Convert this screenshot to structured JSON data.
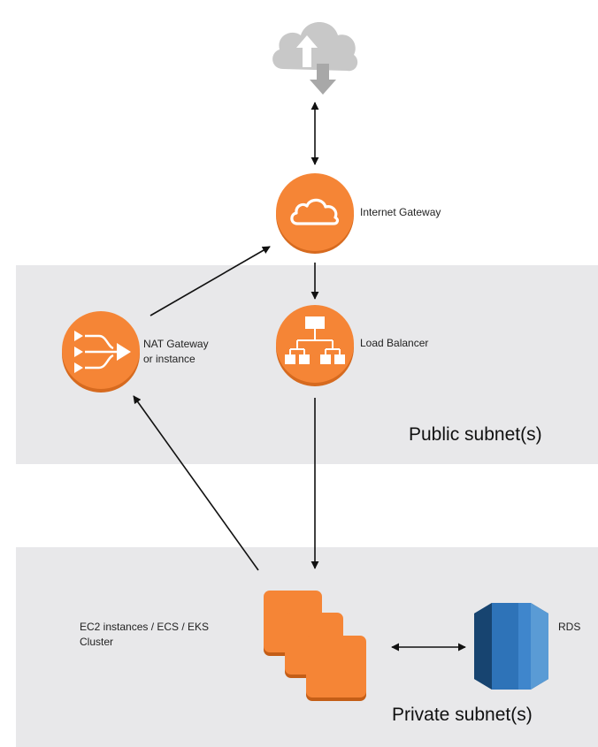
{
  "nodes": {
    "internet_gateway": {
      "label": "Internet Gateway",
      "icon": "cloud-gateway-icon"
    },
    "nat_gateway": {
      "label_line1": "NAT Gateway",
      "label_line2": "or instance",
      "icon": "nat-gateway-icon"
    },
    "load_balancer": {
      "label": "Load Balancer",
      "icon": "load-balancer-icon"
    },
    "compute": {
      "label_line1": "EC2 instances / ECS / EKS",
      "label_line2": "Cluster",
      "icon": "ec2-instances-icon"
    },
    "rds": {
      "label": "RDS",
      "icon": "database-icon"
    },
    "internet": {
      "icon": "internet-cloud-icon"
    }
  },
  "subnets": {
    "public": {
      "title": "Public subnet(s)"
    },
    "private": {
      "title": "Private subnet(s)"
    }
  },
  "colors": {
    "aws_orange": "#f58536",
    "aws_orange_dark": "#d66a1f",
    "rds_blue": "#2e73b8",
    "rds_blue_dark": "#1a4f85",
    "rds_blue_light": "#5a9bd5",
    "band_gray": "#e8e8ea",
    "cloud_gray": "#c8c8c8"
  }
}
